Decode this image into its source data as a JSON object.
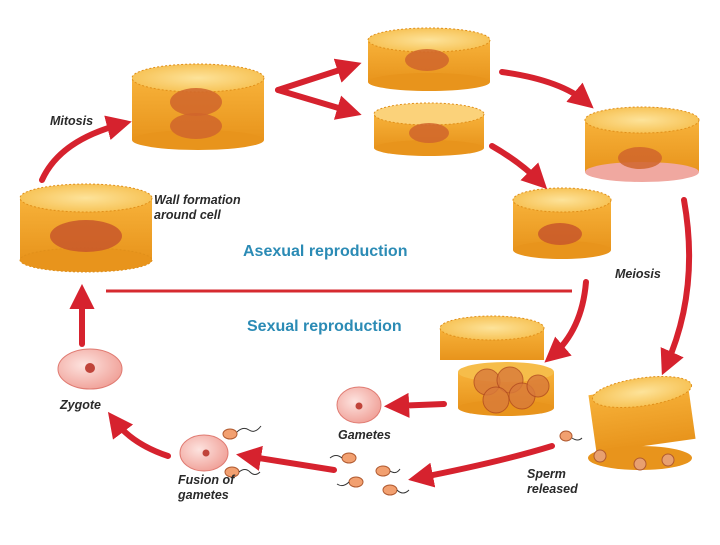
{
  "labels": {
    "mitosis": "Mitosis",
    "wall_formation_line1": "Wall formation",
    "wall_formation_line2": "around cell",
    "asexual": "Asexual reproduction",
    "sexual": "Sexual reproduction",
    "meiosis": "Meiosis",
    "zygote": "Zygote",
    "gametes": "Gametes",
    "fusion_line1": "Fusion of",
    "fusion_line2": "gametes",
    "sperm_line1": "Sperm",
    "sperm_line2": "released"
  },
  "colors": {
    "arrow": "#d6222e",
    "title": "#2b8bb5",
    "cell_top": "#f9c860",
    "cell_side": "#f0a023",
    "cell_edge": "#e08f1a",
    "nucleus": "#c8572a",
    "zygote": "#f6b8b0",
    "divider": "#d62a2f"
  }
}
